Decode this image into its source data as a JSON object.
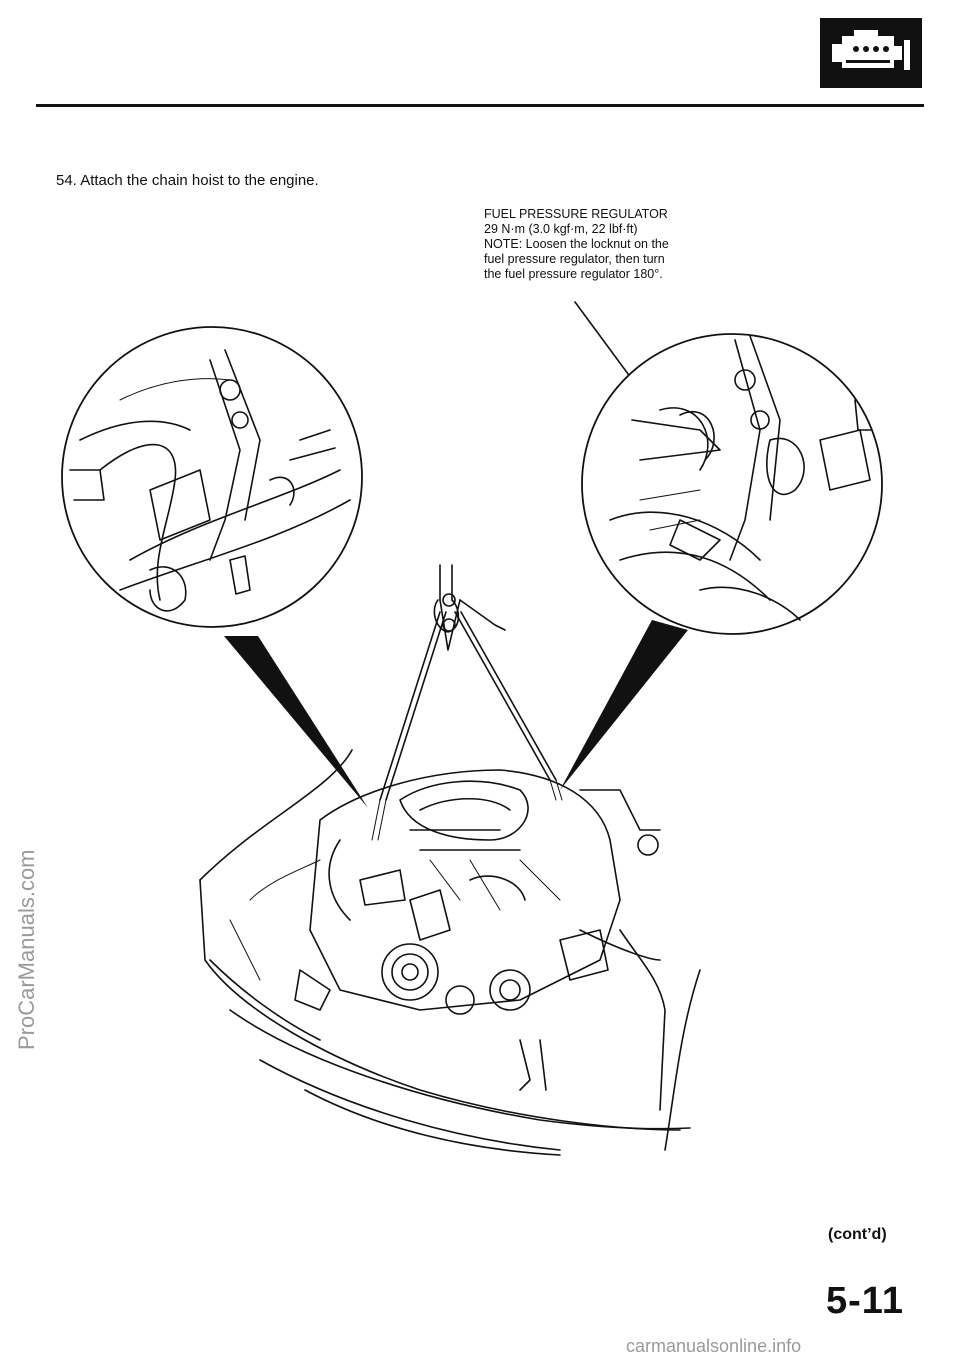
{
  "step": {
    "text": "54.  Attach the chain hoist to the engine."
  },
  "callout": {
    "part_name": "FUEL PRESSURE REGULATOR",
    "torque": "29 N·m (3.0 kgf·m, 22 lbf·ft)",
    "note_line_1": "NOTE:  Loosen the locknut on the",
    "note_line_2": "fuel pressure regulator, then turn",
    "note_line_3": "the fuel pressure regulator 180°."
  },
  "footer": {
    "contd": "(cont’d)",
    "page_number": "5-11"
  },
  "watermarks": {
    "left": "ProCarManuals.com",
    "bottom": "carmanualsonline.info"
  },
  "icons": {
    "section": "engine-icon"
  }
}
